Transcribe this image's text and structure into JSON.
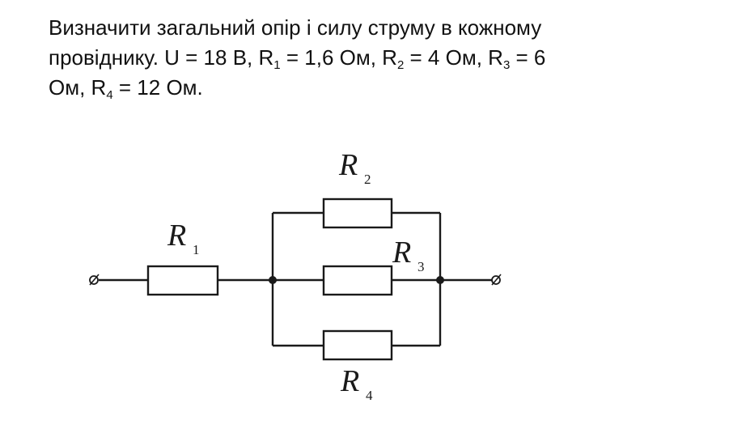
{
  "problem": {
    "line1": "Визначити загальний опір і силу струму в кожному",
    "line2_a": "провіднику. U = 18 В,  R",
    "line2_r1_sub": "1",
    "line2_b": " = 1,6 Ом, R",
    "line2_r2_sub": "2",
    "line2_c": " = 4 Ом, R",
    "line2_r3_sub": "3",
    "line2_d": " = 6",
    "line3_a": "Ом, R",
    "line3_r4_sub": "4",
    "line3_b": " = 12 Ом."
  },
  "circuit": {
    "r1": {
      "letter": "R",
      "sub": "1"
    },
    "r2": {
      "letter": "R",
      "sub": "2"
    },
    "r3": {
      "letter": "R",
      "sub": "3"
    },
    "r4": {
      "letter": "R",
      "sub": "4"
    },
    "terminal_glyph": "⌀"
  },
  "colors": {
    "ink": "#1a1a1a",
    "background": "#ffffff"
  }
}
